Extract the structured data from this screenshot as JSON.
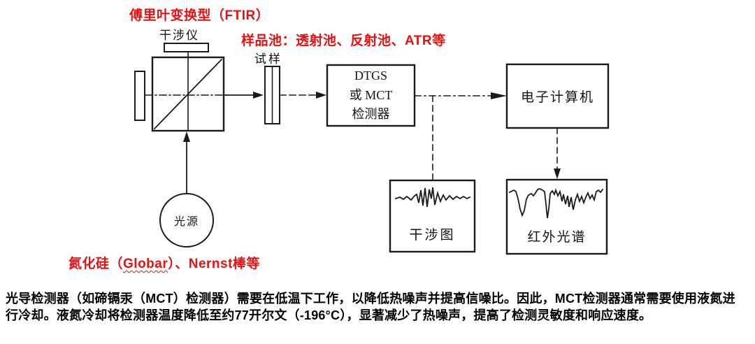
{
  "annotations": {
    "ftir_title": "傅里叶变换型（FTIR）",
    "sample_cell_note": "样品池：透射池、反射池、ATR等",
    "source_note_prefix": "氮化硅（",
    "source_note_globar": "Globar",
    "source_note_suffix": "）、Nernst棒等"
  },
  "diagram": {
    "interferometer_label": "干涉仪",
    "sample_label": "试样",
    "detector_lines": [
      "DTGS",
      "或 MCT",
      "检测器"
    ],
    "computer_label": "电子计算机",
    "source_label": "光源",
    "interferogram_label": "干涉图",
    "ir_spectrum_label": "红外光谱"
  },
  "footer": {
    "line1": "光导检测器（如碲镉汞（MCT）检测器）需要在低温下工作，以降低热噪声并提高信噪比。因此，MCT检测器通常需要使用液氮进",
    "line2": "行冷却。液氮冷却将检测器温度降低至约77开尔文（-196°C），显著减少了热噪声，提高了检测灵敏度和响应速度。"
  },
  "colors": {
    "accent_red": "#e81010",
    "ink": "#1a1a1a"
  }
}
